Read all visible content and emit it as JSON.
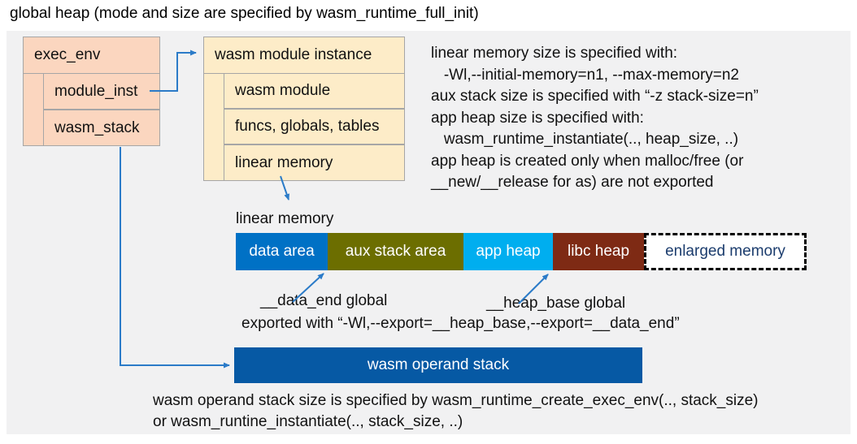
{
  "title": "global heap (mode and size are specified by wasm_runtime_full_init)",
  "exec_env": {
    "header": "exec_env",
    "rows": [
      "module_inst",
      "wasm_stack"
    ]
  },
  "module_instance": {
    "header": "wasm module instance",
    "rows": [
      "wasm module",
      "funcs, globals, tables",
      "linear memory"
    ]
  },
  "notes_right": {
    "lines": [
      "linear memory size is specified with:",
      "   -Wl,--initial-memory=n1, --max-memory=n2",
      "aux stack size is specified with “-z stack-size=n”",
      "app heap size is specified with:",
      "   wasm_runtime_instantiate(.., heap_size, ..)",
      "app heap is created only when malloc/free (or",
      "__new/__release for as) are not exported"
    ]
  },
  "linear_memory": {
    "label": "linear memory",
    "segments": [
      {
        "label": "data area",
        "color": "#0071c5",
        "text_color": "#ffffff"
      },
      {
        "label": "aux stack area",
        "color": "#6c6e00",
        "text_color": "#ffffff"
      },
      {
        "label": "app heap",
        "color": "#00aeef",
        "text_color": "#ffffff"
      },
      {
        "label": "libc heap",
        "color": "#7e2a14",
        "text_color": "#ffffff"
      },
      {
        "label": "enlarged memory",
        "color": "#ffffff",
        "text_color": "#1b3c6d"
      }
    ]
  },
  "annotations": {
    "data_end": "__data_end global",
    "heap_base": "__heap_base global",
    "exported": "exported with “-Wl,--export=__heap_base,--export=__data_end”"
  },
  "operand_stack": {
    "label": "wasm operand stack",
    "notes": [
      "wasm operand stack size is specified by wasm_runtime_create_exec_env(.., stack_size)",
      "or wasm_runtine_instantiate(.., stack_size, ..)"
    ]
  },
  "colors": {
    "panel_bg": "#f1f1f2",
    "struct_box_fill": "#fbd6bf",
    "instance_box_fill": "#fdecc8",
    "box_border": "#a6a6a6",
    "arrow": "#2b7bc8",
    "operand_stack_fill": "#0659a4",
    "text": "#111111"
  }
}
